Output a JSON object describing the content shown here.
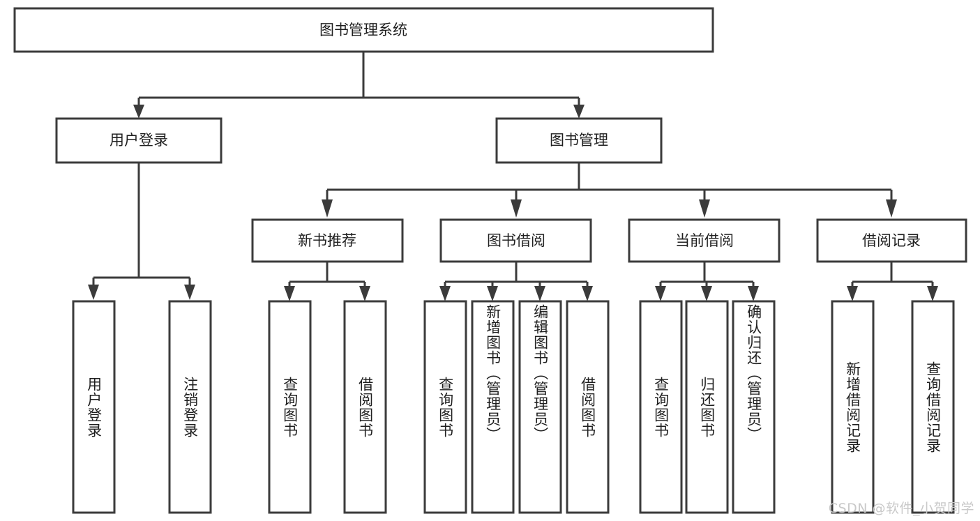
{
  "diagram": {
    "title": "图书管理系统",
    "type": "hierarchy-tree",
    "watermark": "CSDN @软件_小贺同学",
    "colors": {
      "stroke": "#3b3b3b",
      "fill": "#ffffff",
      "text": "#1f1f1f",
      "watermark": "#c9c9c9"
    },
    "root": {
      "label": "图书管理系统"
    },
    "level2": [
      {
        "label": "用户登录"
      },
      {
        "label": "图书管理"
      }
    ],
    "level3": [
      {
        "label": "新书推荐"
      },
      {
        "label": "图书借阅"
      },
      {
        "label": "当前借阅"
      },
      {
        "label": "借阅记录"
      }
    ],
    "leaves": {
      "user_login": [
        {
          "label": "用户登录"
        },
        {
          "label": "注销登录"
        }
      ],
      "new_book_recommend": [
        {
          "label": "查询图书"
        },
        {
          "label": "借阅图书"
        }
      ],
      "book_borrow": [
        {
          "label": "查询图书"
        },
        {
          "label": "新增图书（管理员）"
        },
        {
          "label": "编辑图书（管理员）"
        },
        {
          "label": "借阅图书"
        }
      ],
      "current_borrow": [
        {
          "label": "查询图书"
        },
        {
          "label": "归还图书"
        },
        {
          "label": "确认归还（管理员）"
        }
      ],
      "borrow_record": [
        {
          "label": "新增借阅记录"
        },
        {
          "label": "查询借阅记录"
        }
      ]
    }
  }
}
